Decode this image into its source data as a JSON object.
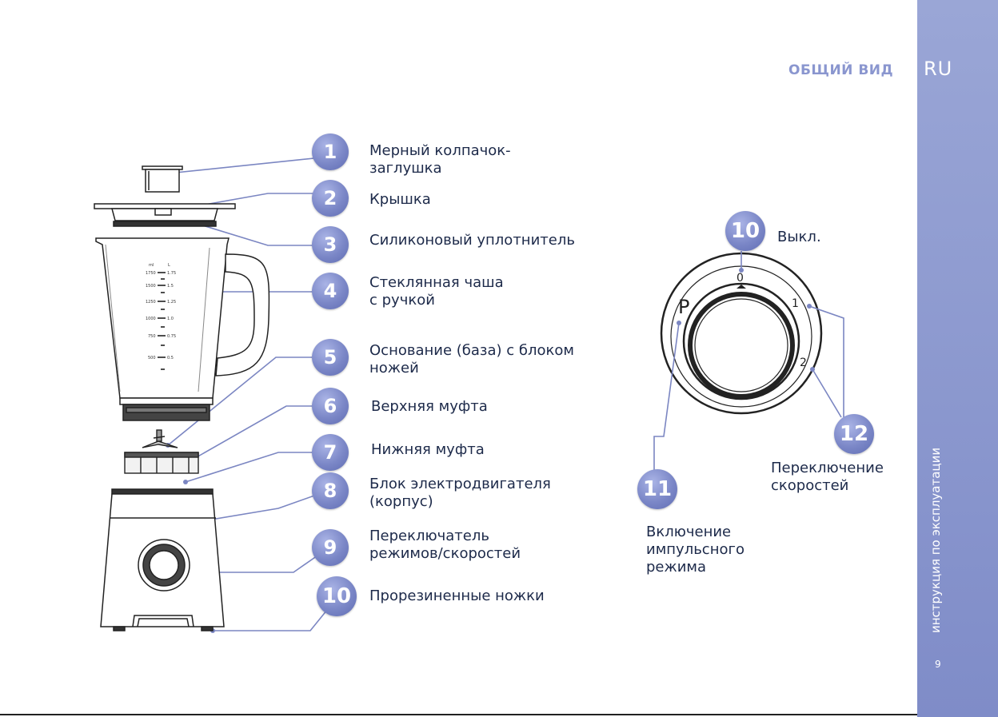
{
  "header": {
    "section_title": "ОБЩИЙ ВИД"
  },
  "sidebar": {
    "lang": "RU",
    "vertical_text": "инструкция по эксплуатации",
    "page_number": "9"
  },
  "parts": [
    {
      "num": "1",
      "label": "Мерный колпачок-\nзаглушка"
    },
    {
      "num": "2",
      "label": "Крышка"
    },
    {
      "num": "3",
      "label": "Силиконовый уплотнитель"
    },
    {
      "num": "4",
      "label": "Стеклянная чаша\nс ручкой"
    },
    {
      "num": "5",
      "label": "Основание (база) с блоком\nножей"
    },
    {
      "num": "6",
      "label": "Верхняя муфта"
    },
    {
      "num": "7",
      "label": "Нижняя муфта"
    },
    {
      "num": "8",
      "label": "Блок электродвигателя\n(корпус)"
    },
    {
      "num": "9",
      "label": "Переключатель\nрежимов/скоростей"
    },
    {
      "num": "10",
      "label": "Прорезиненные ножки"
    }
  ],
  "dial": {
    "marks": {
      "zero": "0",
      "one": "1",
      "two": "2",
      "pulse": "P"
    },
    "callouts": [
      {
        "num": "10",
        "label": "Выкл."
      },
      {
        "num": "11",
        "label": "Включение\nимпульсного\nрежима"
      },
      {
        "num": "12",
        "label": "Переключение\nскоростей"
      }
    ]
  },
  "jar_scale": {
    "units": [
      "ml",
      "L"
    ],
    "marks": [
      {
        "ml": "1750",
        "l": "1.75"
      },
      {
        "ml": "1500",
        "l": "1.5"
      },
      {
        "ml": "1250",
        "l": "1.25"
      },
      {
        "ml": "1000",
        "l": "1.0"
      },
      {
        "ml": "750",
        "l": "0.75"
      },
      {
        "ml": "500",
        "l": "0.5"
      }
    ]
  },
  "colors": {
    "accent": "#7f8cc8",
    "leader": "#7b86c2",
    "text": "#1d2a4a"
  }
}
